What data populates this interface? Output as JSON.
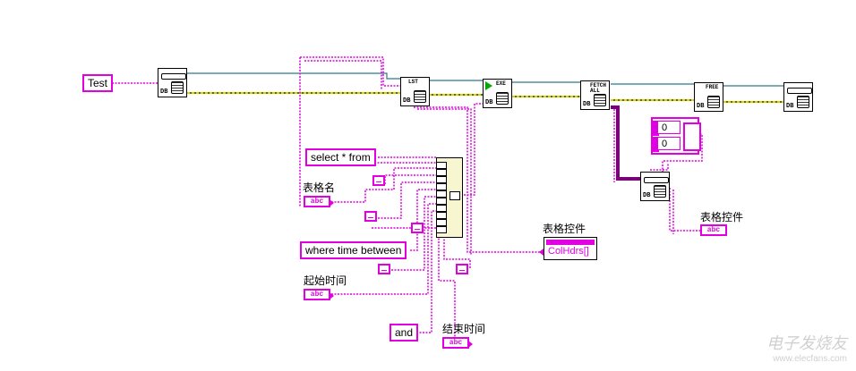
{
  "diagram": {
    "constants": {
      "test": "Test",
      "select": "select * from",
      "where": "where time between",
      "and": "and"
    },
    "labels": {
      "table_name": "表格名",
      "start_time": "起始时间",
      "end_time": "结束时间",
      "table_control_1": "表格控件",
      "table_control_2": "表格控件"
    },
    "indicators": {
      "abc": "abc"
    },
    "table_control": {
      "colhdrs": "ColHdrs[]"
    },
    "vis": {
      "open": "DB",
      "lst": "LST",
      "exe": "EXE",
      "fetch": "FETCH ALL",
      "free": "FREE",
      "close": "DB",
      "convert": "DB",
      "db": "DB"
    },
    "cluster": {
      "value_1": "0",
      "value_2": "0"
    }
  },
  "watermark": {
    "text": "电子发烧友",
    "url": "www.elecfans.com"
  }
}
